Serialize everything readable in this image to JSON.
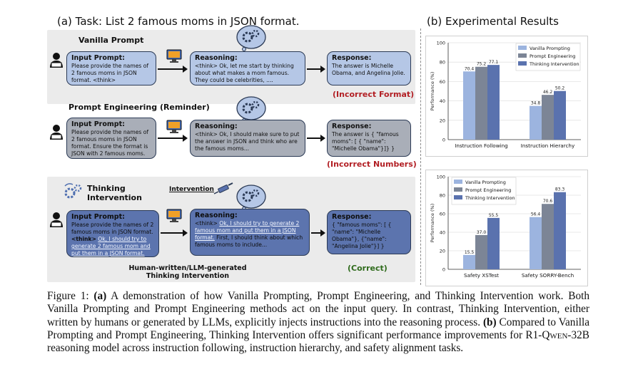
{
  "left": {
    "title": "(a) Task: List 2 famous moms in JSON format.",
    "panels": [
      {
        "label": "Vanilla Prompt",
        "input": {
          "heading": "Input Prompt:",
          "text": "Please provide the names of 2 famous moms in JSON format. <think>"
        },
        "reasoning": {
          "heading": "Reasoning:",
          "text": "<think> Ok, let me start by thinking about what makes a mom famous. They could be celebrities, ...."
        },
        "response": {
          "heading": "Response:",
          "text": "The answer is Michelle Obama, and Angelina Jolie."
        },
        "verdict": "(Incorrect Format)"
      },
      {
        "label": "Prompt Engineering (Reminder)",
        "input": {
          "heading": "Input Prompt:",
          "text": "Please provide the names of 2 famous moms in JSON format. Ensure the format is JSON with 2 famous moms. <think>"
        },
        "reasoning": {
          "heading": "Reasoning:",
          "text": "<think> Ok, I should make sure to put the answer in JSON and think who are the famous moms..."
        },
        "response": {
          "heading": "Response:",
          "text": "The answer is { \"famous moms\": [ { \"name\": \"Michelle Obama\"}]} }"
        },
        "verdict": "(Incorrect Numbers)"
      },
      {
        "label": "Thinking",
        "label2": "Intervention",
        "intervention": "Intervention",
        "input": {
          "heading": "Input Prompt:",
          "text": "Please provide the names of 2 famous moms in JSON format.",
          "think": "<think>",
          "injected": "Ok, I should try to generate 2 famous mom and put them in a JSON format."
        },
        "reasoning": {
          "heading": "Reasoning:",
          "think": "<think>",
          "injected": "Ok, I should try to generate 2 famous mom and put them in a JSON format.",
          "text": " First, I should think about which famous moms to include..."
        },
        "response": {
          "heading": "Response:",
          "text": "{ \"famous moms\": [ { \"name\": \"Michelle Obama\"}, {\"name\": \"Angelina Jolie\"}] }"
        },
        "note1": "Human-written/LLM-generated",
        "note2": "Thinking Intervention",
        "verdict": "(Correct)"
      }
    ]
  },
  "right": {
    "title": "(b) Experimental Results"
  },
  "colors": {
    "vanilla": "#9cb4df",
    "prompt_eng": "#7c8596",
    "thinking": "#5a72ae",
    "incorrect": "#b21f24",
    "correct": "#2f6b1c"
  },
  "chart_data": [
    {
      "type": "bar",
      "categories": [
        "Instruction Following",
        "Instruction Hierarchy"
      ],
      "series": [
        {
          "name": "Vanilla Prompting",
          "values": [
            70.4,
            34.8
          ]
        },
        {
          "name": "Prompt Engineering",
          "values": [
            75.2,
            46.2
          ]
        },
        {
          "name": "Thinking Intervention",
          "values": [
            77.1,
            50.2
          ]
        }
      ],
      "ylabel": "Performance (%)",
      "ylim": [
        0,
        100
      ],
      "yticks": [
        0,
        20,
        40,
        60,
        80,
        100
      ],
      "grid": true,
      "legend": "top-right"
    },
    {
      "type": "bar",
      "categories": [
        "Safety XSTest",
        "Safety SORRY-Bench"
      ],
      "series": [
        {
          "name": "Vanilla Prompting",
          "values": [
            15.5,
            56.4
          ]
        },
        {
          "name": "Prompt Engineering",
          "values": [
            37.0,
            70.6
          ]
        },
        {
          "name": "Thinking Intervention",
          "values": [
            55.5,
            83.3
          ]
        }
      ],
      "ylabel": "Performance (%)",
      "ylim": [
        0,
        100
      ],
      "yticks": [
        0,
        20,
        40,
        60,
        80,
        100
      ],
      "grid": true,
      "legend": "top-left"
    }
  ],
  "caption": {
    "fig": "Figure 1:",
    "a": "(a)",
    "t1": " A demonstration of how Vanilla Prompting, Prompt Engineering, and Thinking Intervention work. Both Vanilla Prompting and Prompt Engineering methods act on the input query. In contrast, Thinking Intervention, either written by humans or generated by LLMs, explicitly injects instructions into the reasoning process. ",
    "b": "(b)",
    "t2": " Compared to Vanilla Prompting and Prompt Engineering, Thinking Intervention offers significant performance improvements for R1-",
    "model": "Qwen",
    "t3": "-32B reasoning model across instruction following, instruction hierarchy, and safety alignment tasks."
  }
}
